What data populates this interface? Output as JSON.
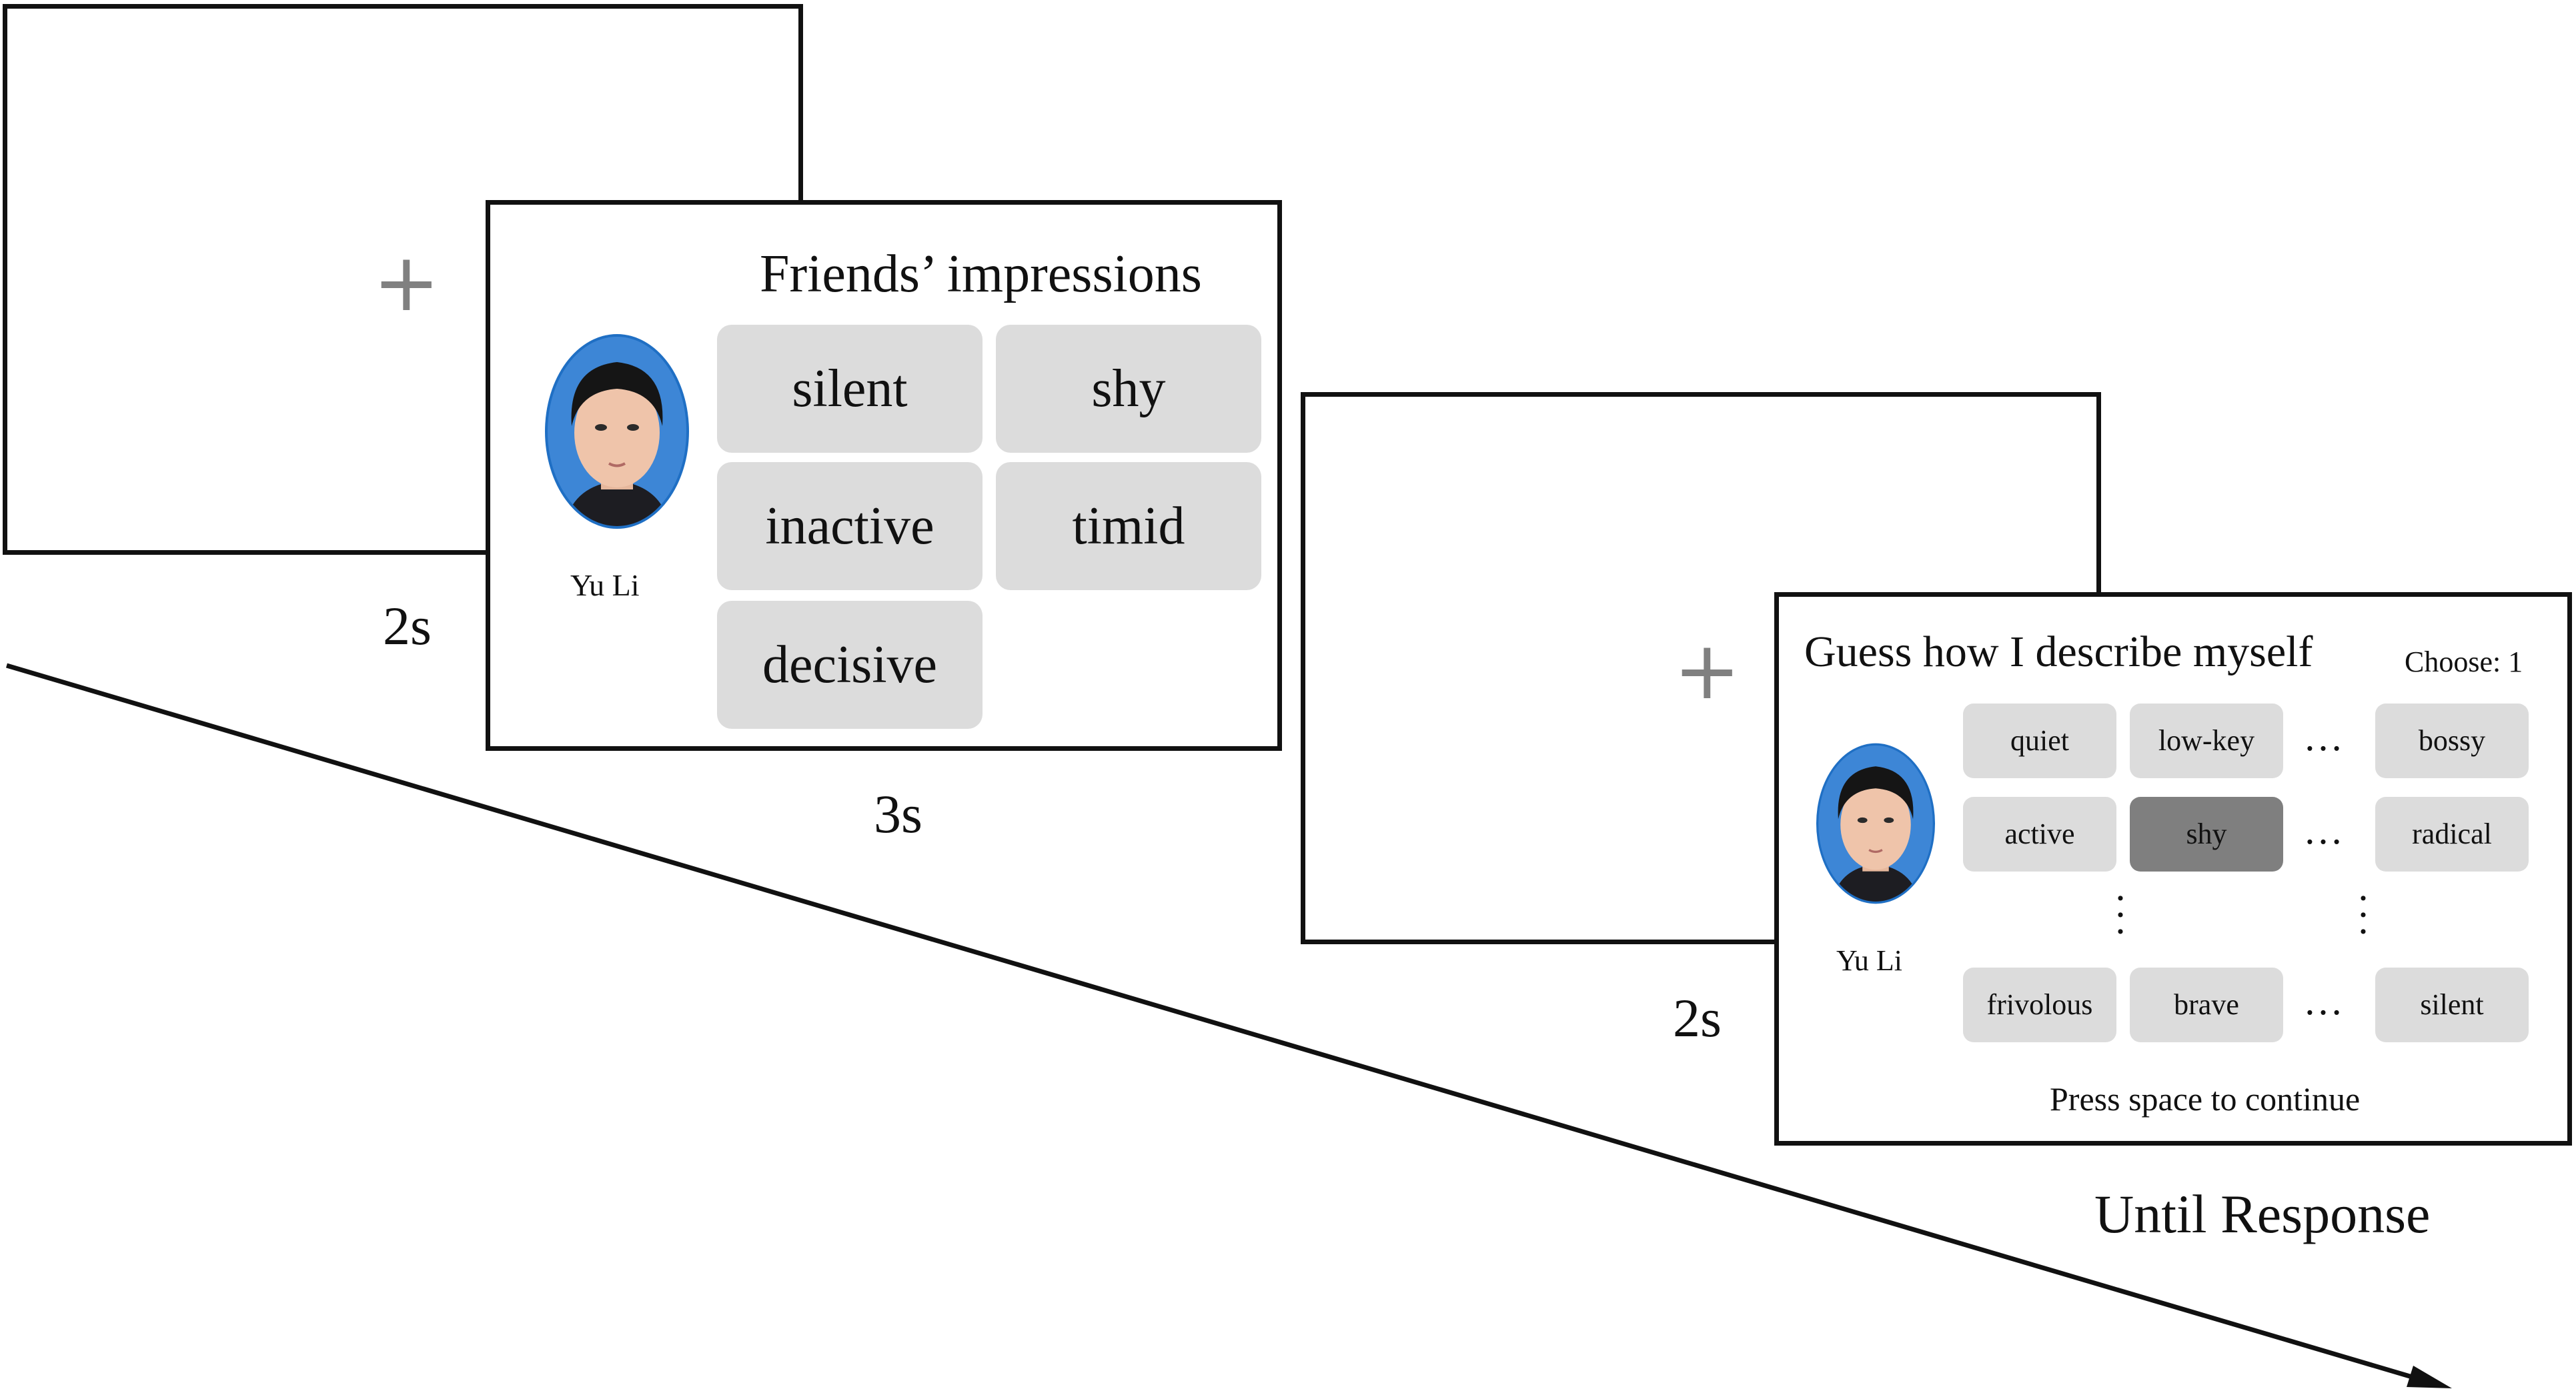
{
  "screens": {
    "fixation_1": {
      "symbol": "+",
      "duration": "2s"
    },
    "friends_impressions": {
      "title": "Friends’ impressions",
      "person_name": "Yu Li",
      "words": [
        "silent",
        "shy",
        "inactive",
        "timid",
        "decisive"
      ],
      "duration": "3s"
    },
    "fixation_2": {
      "symbol": "+",
      "duration": "2s"
    },
    "guess_self": {
      "title": "Guess how I describe myself",
      "choose_label": "Choose: 1",
      "person_name": "Yu Li",
      "rows": [
        [
          "quiet",
          "low-key",
          "bossy"
        ],
        [
          "active",
          "shy",
          "radical"
        ],
        [
          "frivolous",
          "brave",
          "silent"
        ]
      ],
      "selected_word": "shy",
      "ellipsis": "…",
      "footer": "Press space to continue",
      "duration": "Until Response"
    }
  },
  "colors": {
    "frame_border": "#111111",
    "chip_fill": "#dcdcdc",
    "chip_selected_fill": "#7f7f7f",
    "fixation_color": "#808080",
    "photo_ring": "#1f6fc4"
  }
}
